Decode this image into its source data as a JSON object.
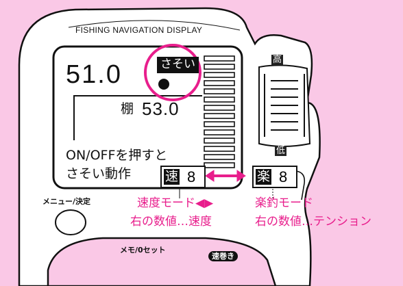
{
  "header": {
    "title": "FISHING NAVIGATION DISPLAY"
  },
  "display": {
    "depth_value": "51.0",
    "sasoi_badge": "さそい",
    "tana_label": "棚",
    "tana_value": "53.0",
    "onoff_line1": "ON/OFFを押すと",
    "onoff_line2": "さそい動作",
    "speed_kanji": "速",
    "speed_value": "8",
    "raku_kanji": "楽",
    "raku_value": "8"
  },
  "controls": {
    "high_label": "高",
    "low_label": "低",
    "menu_label": "メニュー/決定",
    "memo_label": "メモ/0セット",
    "makimaki_label": "速巻き"
  },
  "annotations": {
    "speed_mode": "速度モード◀▶",
    "speed_desc": "右の数値…速度",
    "raku_mode": "楽釣モード",
    "raku_desc": "右の数値…テンション"
  },
  "colors": {
    "accent": "#e81e8c",
    "background": "#fac8e6",
    "device": "#ffffff"
  }
}
